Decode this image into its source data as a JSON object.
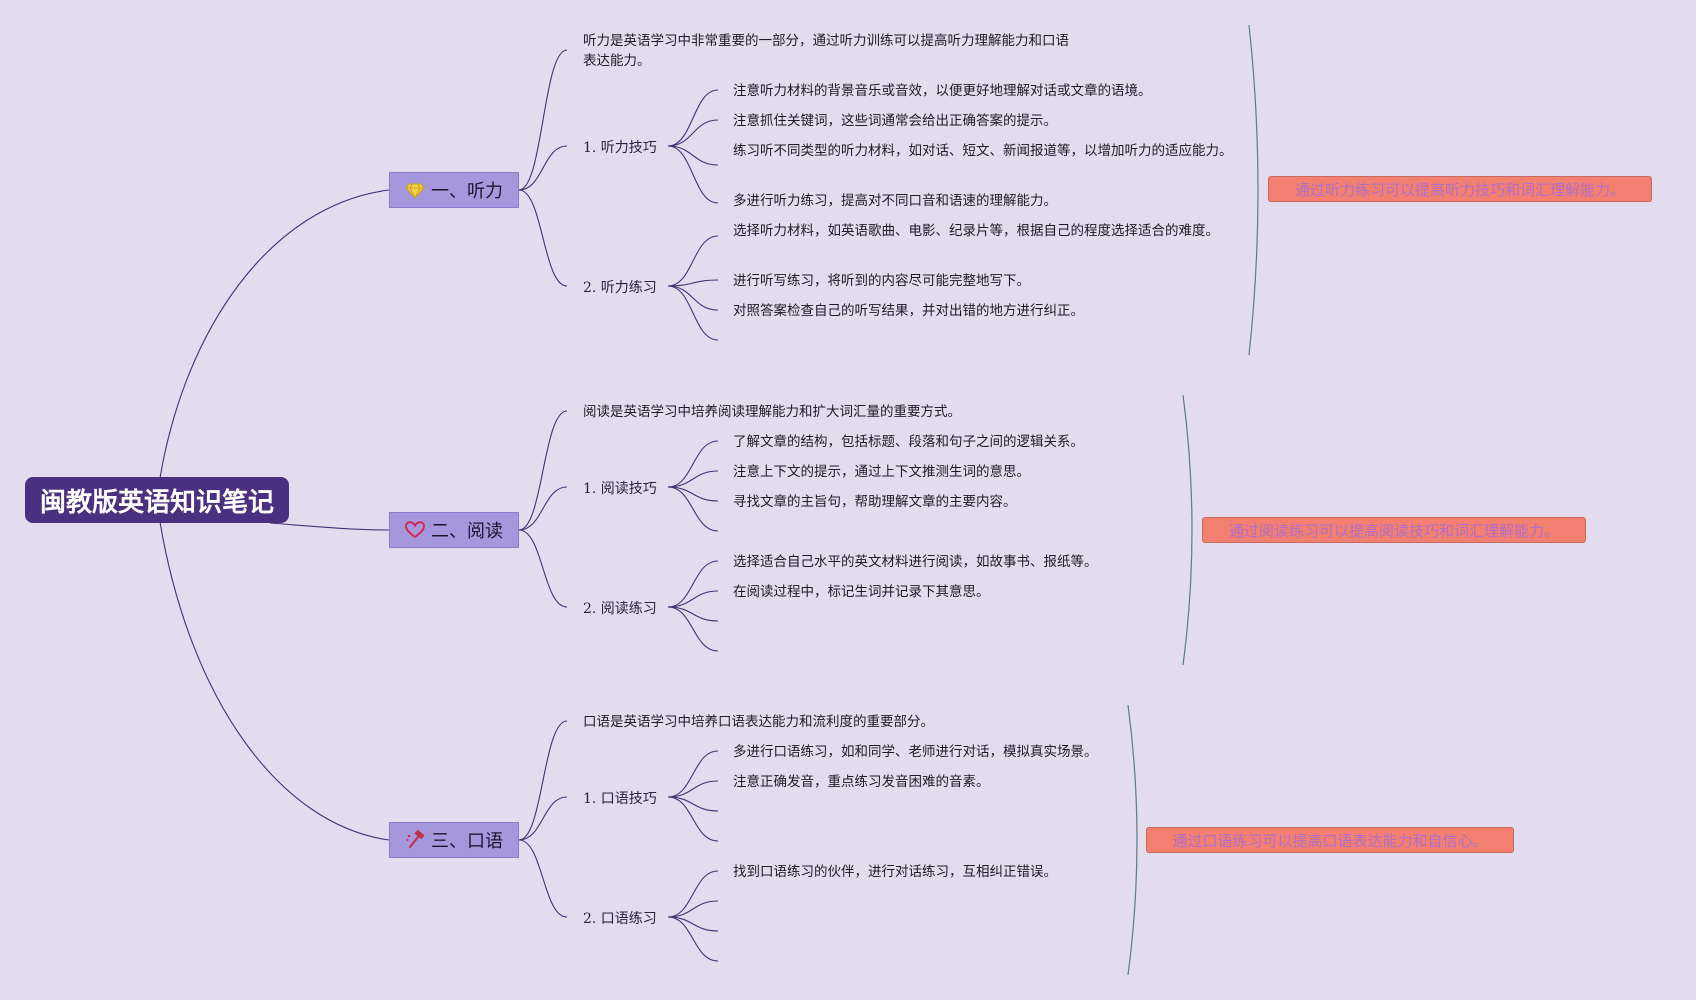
{
  "root": {
    "title": "闽教版英语知识笔记"
  },
  "branches": [
    {
      "label": "一、听力",
      "icon": "diamond-icon",
      "intro": "听力是英语学习中非常重要的一部分，通过听力训练可以提高听力理解能力和口语表达能力。",
      "subs": [
        {
          "label": "1. 听力技巧",
          "items": [
            "注意听力材料的背景音乐或音效，以便更好地理解对话或文章的语境。",
            "注意抓住关键词，这些词通常会给出正确答案的提示。",
            "练习听不同类型的听力材料，如对话、短文、新闻报道等，以增加听力的适应能力。",
            "多进行听力练习，提高对不同口音和语速的理解能力。"
          ]
        },
        {
          "label": "2. 听力练习",
          "items": [
            "选择听力材料，如英语歌曲、电影、纪录片等，根据自己的程度选择适合的难度。",
            "进行听写练习，将听到的内容尽可能完整地写下。",
            "对照答案检查自己的听写结果，并对出错的地方进行纠正。",
            ""
          ]
        }
      ],
      "summary": "通过听力练习可以提高听力技巧和词汇理解能力。"
    },
    {
      "label": "二、阅读",
      "icon": "heart-icon",
      "intro": "阅读是英语学习中培养阅读理解能力和扩大词汇量的重要方式。",
      "subs": [
        {
          "label": "1. 阅读技巧",
          "items": [
            "了解文章的结构，包括标题、段落和句子之间的逻辑关系。",
            "注意上下文的提示，通过上下文推测生词的意思。",
            "寻找文章的主旨句，帮助理解文章的主要内容。",
            ""
          ]
        },
        {
          "label": "2. 阅读练习",
          "items": [
            "选择适合自己水平的英文材料进行阅读，如故事书、报纸等。",
            "在阅读过程中，标记生词并记录下其意思。",
            "",
            ""
          ]
        }
      ],
      "summary": "通过阅读练习可以提高阅读技巧和词汇理解能力。"
    },
    {
      "label": "三、口语",
      "icon": "hammer-icon",
      "intro": "口语是英语学习中培养口语表达能力和流利度的重要部分。",
      "subs": [
        {
          "label": "1. 口语技巧",
          "items": [
            "多进行口语练习，如和同学、老师进行对话，模拟真实场景。",
            "注意正确发音，重点练习发音困难的音素。",
            "",
            ""
          ]
        },
        {
          "label": "2. 口语练习",
          "items": [
            "找到口语练习的伙伴，进行对话练习，互相纠正错误。",
            "",
            "",
            ""
          ]
        }
      ],
      "summary": "通过口语练习可以提高口语表达能力和自信心。"
    }
  ],
  "colors": {
    "background": "#e3dcee",
    "root": "#4b2f80",
    "branch": "#a597dc",
    "connector": "#3e3475",
    "summary": "#f27f6f",
    "summary_text": "#b06fc8",
    "bracket": "#5a7f80"
  }
}
